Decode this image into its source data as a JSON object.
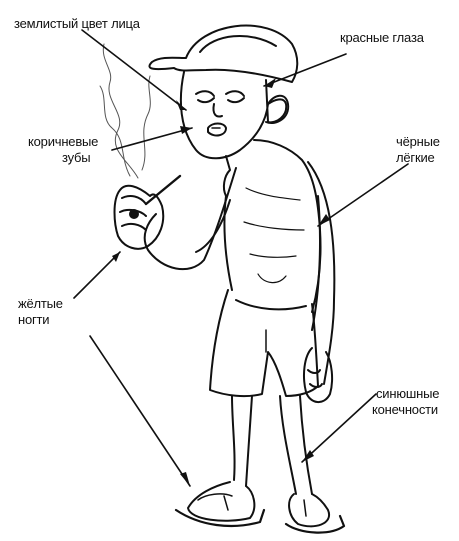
{
  "labels": {
    "earthy_face": "землистый цвет лица",
    "red_eyes": "красные глаза",
    "brown_teeth_1": "коричневые",
    "brown_teeth_2": "зубы",
    "black_lungs_1": "чёрные",
    "black_lungs_2": "лёгкие",
    "yellow_nails_1": "жёлтые",
    "yellow_nails_2": "ногти",
    "cyanotic_limbs_1": "синюшные",
    "cyanotic_limbs_2": "конечности"
  },
  "colors": {
    "ink": "#111111",
    "background": "#ffffff"
  }
}
